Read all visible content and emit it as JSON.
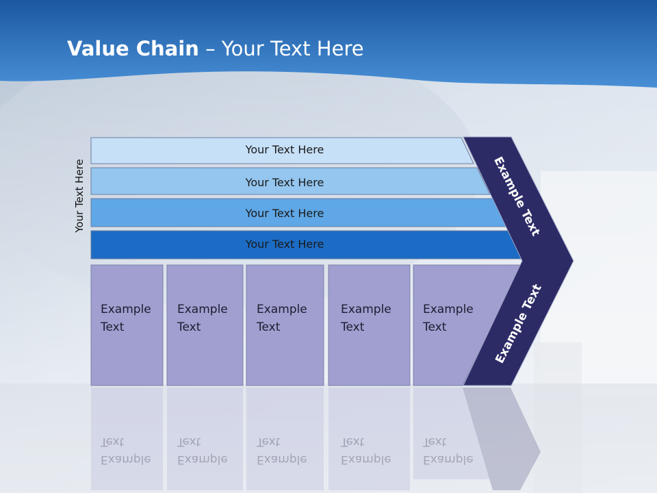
{
  "slide": {
    "title_bold": "Value Chain",
    "title_rest": " – Your Text Here",
    "side_label": "Your Text Here",
    "rows": [
      "Your Text Here",
      "Your Text Here",
      "Your Text Here",
      "Your Text Here"
    ],
    "boxes": [
      {
        "line1": "Example",
        "line2": "Text"
      },
      {
        "line1": "Example",
        "line2": "Text"
      },
      {
        "line1": "Example",
        "line2": "Text"
      },
      {
        "line1": "Example",
        "line2": "Text"
      },
      {
        "line1": "Example",
        "line2": "Text"
      }
    ],
    "arrow_top": "Example Text",
    "arrow_bottom": "Example Text"
  },
  "colors": {
    "header": "#1c6cc0",
    "row1": "#c6e0f8",
    "row2": "#94c6ef",
    "row3": "#5fa7e6",
    "row4": "#1c6cc5",
    "boxes": "#a09fd0",
    "arrow": "#2c2b66"
  }
}
